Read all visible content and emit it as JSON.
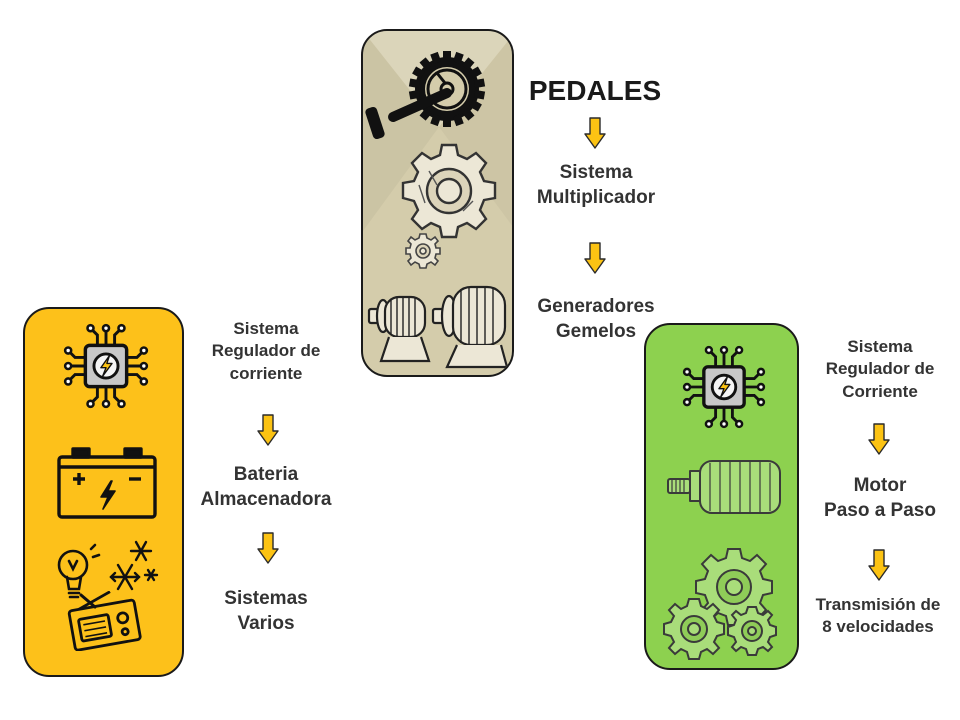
{
  "colors": {
    "top_panel": "#d4ccab",
    "left_panel": "#fdc11a",
    "right_panel": "#8dd14f",
    "arrow": "#fcc313",
    "text": "#333333"
  },
  "center_flow": {
    "title": "PEDALES",
    "step1": [
      "Sistema",
      "Multiplicador"
    ],
    "step2": [
      "Generadores",
      "Gemelos"
    ]
  },
  "left_flow": {
    "step1": [
      "Sistema",
      "Regulador de",
      "corriente"
    ],
    "step2": [
      "Bateria",
      "Almacenadora"
    ],
    "step3": [
      "Sistemas",
      "Varios"
    ]
  },
  "right_flow": {
    "step1": [
      "Sistema",
      "Regulador de",
      "Corriente"
    ],
    "step2": [
      "Motor",
      "Paso a Paso"
    ],
    "step3": [
      "Transmisión de",
      "8 velocidades"
    ]
  },
  "icons": {
    "top_panel": [
      "pedal-crank-icon",
      "large-gear-icon",
      "small-gear-icon",
      "twin-generators-icon"
    ],
    "left_panel": [
      "circuit-chip-icon",
      "battery-icon",
      "lightbulb-icon",
      "snowflake-icon",
      "radio-icon"
    ],
    "right_panel": [
      "circuit-chip-icon",
      "electric-motor-icon",
      "gear-set-icon"
    ]
  }
}
